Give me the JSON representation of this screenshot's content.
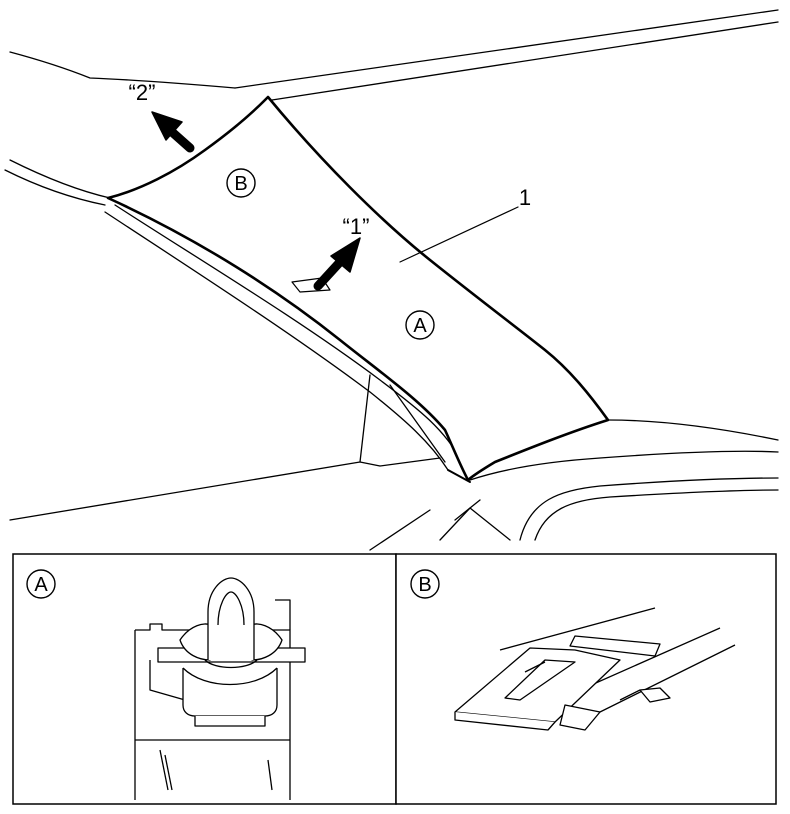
{
  "main_view": {
    "callout_1": "“1”",
    "callout_2": "“2”",
    "part_number": "1",
    "marker_a": "A",
    "marker_b": "B"
  },
  "detail_a": {
    "marker": "A"
  },
  "detail_b": {
    "marker": "B"
  }
}
